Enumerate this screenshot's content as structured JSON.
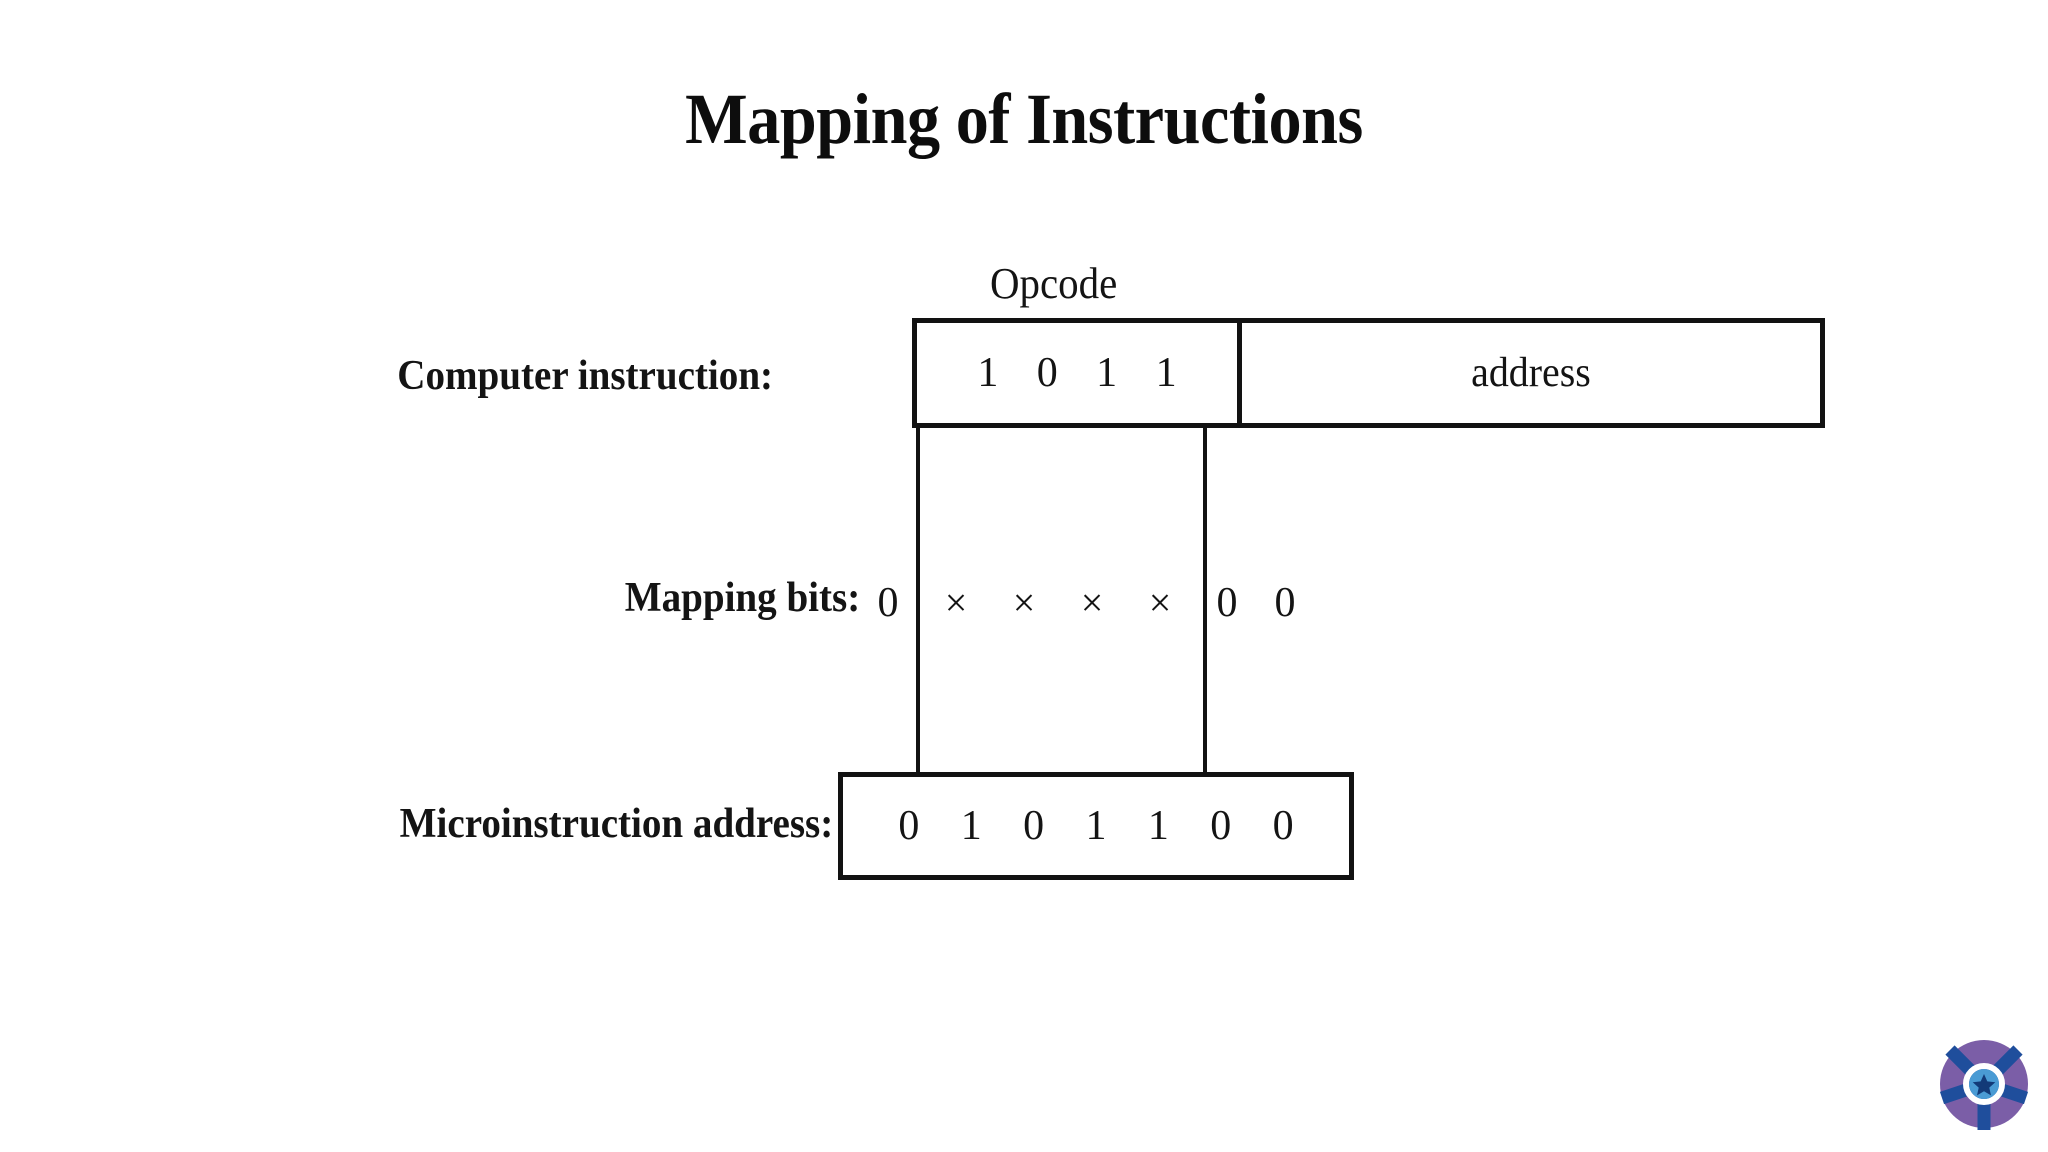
{
  "slide": {
    "title": "Mapping of Instructions",
    "background_color": "#ffffff",
    "ink_color": "#141414"
  },
  "diagram": {
    "opcode_caption": "Opcode",
    "rows": [
      {
        "label": "Computer instruction:",
        "opcode_bits": [
          "1",
          "0",
          "1",
          "1"
        ],
        "address_label": "address"
      },
      {
        "label": "Mapping bits:",
        "lead_bits": [
          "0"
        ],
        "middle_bits": [
          "×",
          "×",
          "×",
          "×"
        ],
        "trail_bits": [
          "0",
          "0"
        ]
      },
      {
        "label": "Microinstruction  address:",
        "bits": [
          "0",
          "1",
          "0",
          "1",
          "1",
          "0",
          "0"
        ]
      }
    ]
  },
  "logo": {
    "name": "institution-seal-logo",
    "colors": {
      "wheel_purple": "#7B5EA7",
      "spoke_blue": "#1F4E9C",
      "hub_light_blue": "#4A9BD4",
      "star_dark_blue": "#123A78"
    }
  }
}
